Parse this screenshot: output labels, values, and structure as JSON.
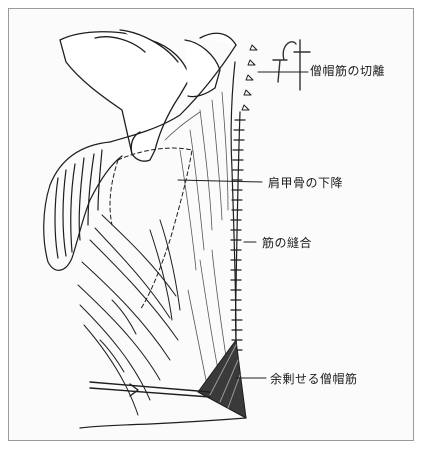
{
  "figure": {
    "labels": {
      "trapezius_release": "僧帽筋の切離",
      "scapula_descent": "肩甲骨の下降",
      "muscle_suture": "筋の縫合",
      "excess_trapezius": "余剰せる僧帽筋"
    },
    "stroke_color": "#1e1e1e",
    "frame_color": "#9a9a9a"
  }
}
